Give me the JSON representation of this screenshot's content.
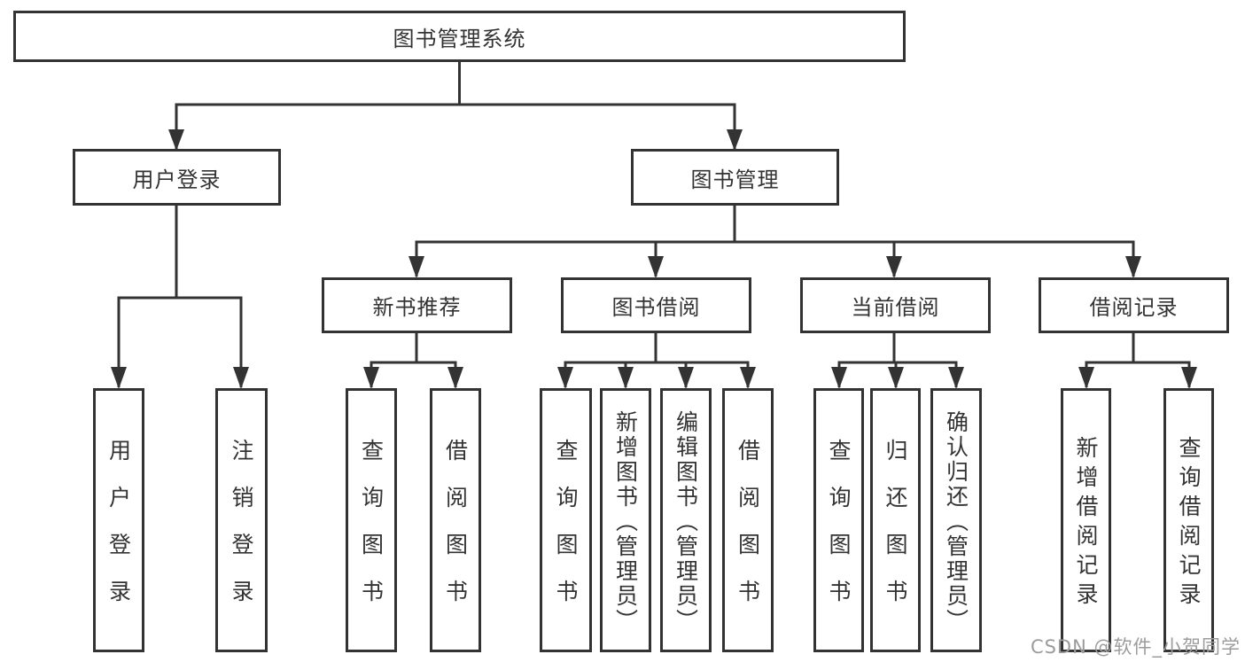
{
  "nodes": {
    "root": "图书管理系统",
    "user_login": "用户登录",
    "book_management": "图书管理",
    "new_book_recommend": "新书推荐",
    "book_borrow": "图书借阅",
    "current_borrow": "当前借阅",
    "borrow_records": "借阅记录",
    "leaves": {
      "user_login": [
        "用户登录",
        "注销登录"
      ],
      "new_book": [
        "查询图书",
        "借阅图书"
      ],
      "book_borrow": [
        "查询图书",
        "新增图书（管理员）",
        "编辑图书（管理员）",
        "借阅图书"
      ],
      "current_borrow": [
        "查询图书",
        "归还图书",
        "确认归还（管理员）"
      ],
      "borrow_record": [
        "新增借阅记录",
        "查询借阅记录"
      ]
    }
  },
  "watermark": "CSDN @软件_小贺同学",
  "colors": {
    "line": "#333333",
    "box_background": "#ffffff",
    "text": "#333333",
    "watermark": "#9c9c9c",
    "page_background": "#ffffff"
  }
}
